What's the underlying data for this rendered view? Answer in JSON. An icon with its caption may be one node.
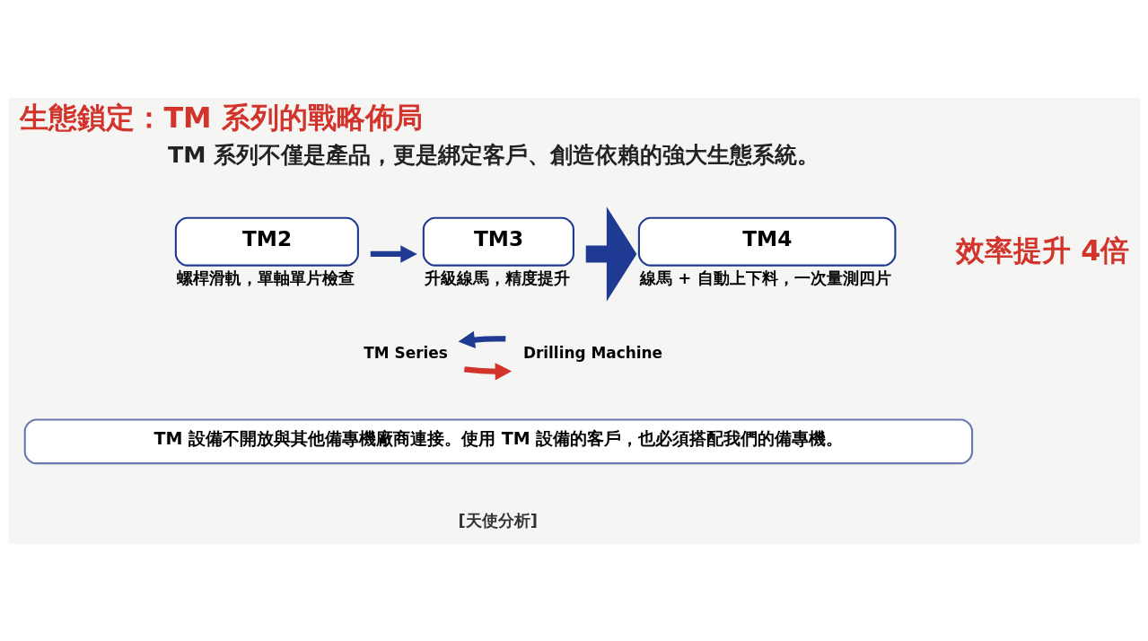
{
  "diagram": {
    "title": "生態鎖定：TM 系列的戰略佈局",
    "nodes": [
      {
        "text": [
          "TM2"
        ],
        "beside": [
          "螺桿滑軌，單軸單片檢查"
        ]
      },
      {
        "text": [
          "TM3"
        ],
        "beside": [
          "升級線馬，精度提升"
        ]
      },
      {
        "text": [
          "TM4"
        ],
        "beside": [
          "線馬 + 自動上下料，一次量測四片"
        ]
      },
      {
        "text": [
          "TM Series"
        ]
      },
      {
        "text": [
          "Drilling Machine"
        ]
      },
      {
        "text": [
          "TM 設備不開放與其他備專機廠商連接。使用 TM 設備的客戶，也必須搭配我們的備專機。"
        ]
      }
    ],
    "edges": [
      {
        "from": 0,
        "to": 1,
        "arrow": "to"
      },
      {
        "from": 1,
        "to": 2,
        "arrow": "to",
        "style": "thick"
      },
      {
        "from": 3,
        "to": 4,
        "arrow": "to",
        "color": "#d2342c"
      },
      {
        "from": 4,
        "to": 3,
        "arrow": "to"
      }
    ],
    "labels": [
      "TM 系列不僅是產品，更是綁定客戶、創造依賴的強大生態系統。",
      "效率提升 4倍",
      "[天使分析]"
    ]
  }
}
